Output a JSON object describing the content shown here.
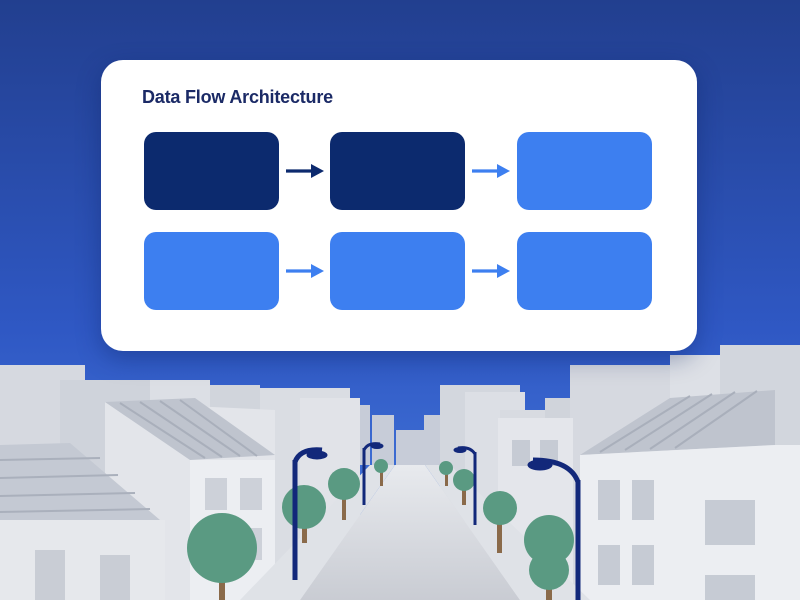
{
  "diagram": {
    "title": "Data Flow Architecture",
    "rows": [
      [
        {
          "style": "dark"
        },
        {
          "style": "dark"
        },
        {
          "style": "light"
        }
      ],
      [
        {
          "style": "light"
        },
        {
          "style": "light"
        },
        {
          "style": "light"
        }
      ]
    ],
    "arrows": [
      {
        "row": 0,
        "from": 0,
        "to": 1,
        "color": "#0c2a6e"
      },
      {
        "row": 0,
        "from": 1,
        "to": 2,
        "color": "#3d7ff0"
      },
      {
        "row": 1,
        "from": 0,
        "to": 1,
        "color": "#3d7ff0"
      },
      {
        "row": 1,
        "from": 1,
        "to": 2,
        "color": "#3d7ff0"
      }
    ]
  },
  "colors": {
    "sky_top": "#223f8f",
    "sky_bottom": "#4a7fe0",
    "node_dark": "#0c2a6e",
    "node_light": "#3d7ff0",
    "building": "#d8dbe2",
    "tree": "#5a9a82",
    "lamp": "#12287a"
  }
}
